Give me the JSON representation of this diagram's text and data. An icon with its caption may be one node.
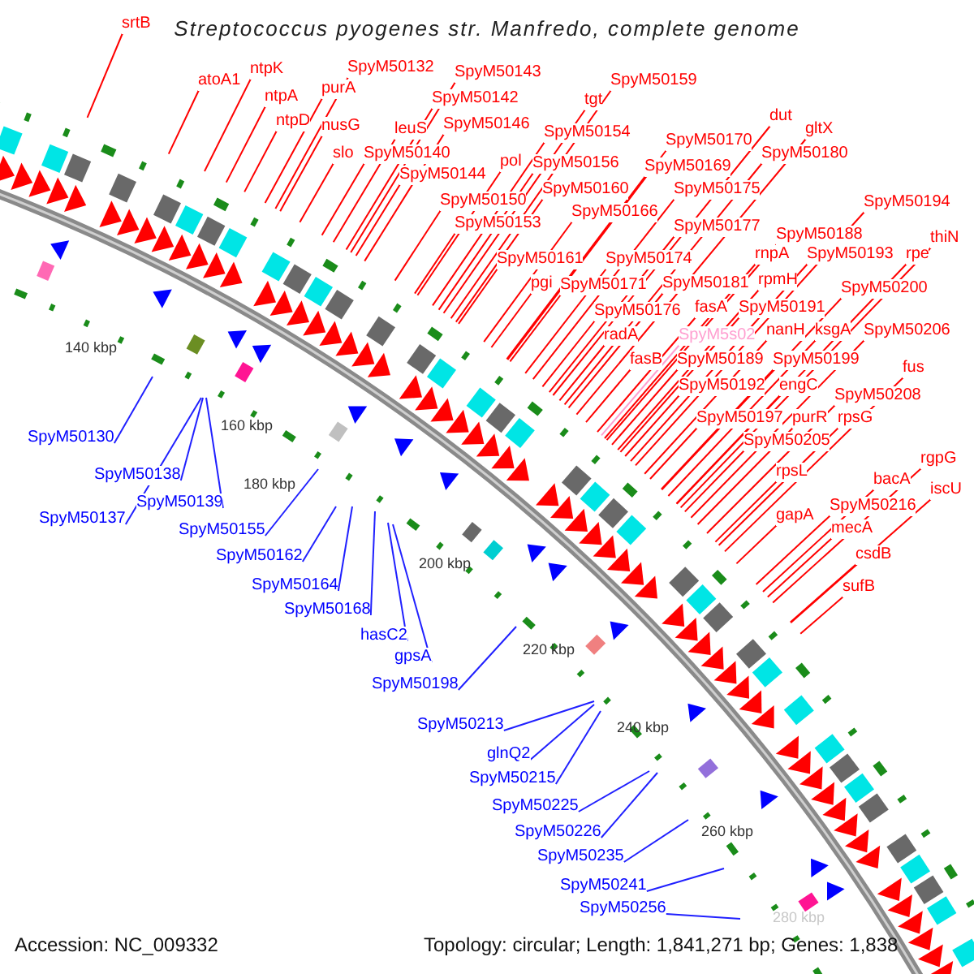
{
  "diagram": {
    "title": "Streptococcus pyogenes str. Manfredo, complete genome",
    "nodes": [
      {
        "text": [
          "srtB"
        ]
      },
      {
        "text": [
          "atoA1"
        ]
      },
      {
        "text": [
          "ntpK"
        ]
      },
      {
        "text": [
          "ntpA"
        ]
      },
      {
        "text": [
          "ntpD"
        ]
      },
      {
        "text": [
          "purA"
        ]
      },
      {
        "text": [
          "nusG"
        ]
      },
      {
        "text": [
          "SpyM50132"
        ]
      },
      {
        "text": [
          "slo"
        ]
      },
      {
        "text": [
          "SpyM50140"
        ]
      },
      {
        "text": [
          "leuS"
        ]
      },
      {
        "text": [
          "SpyM50143"
        ]
      },
      {
        "text": [
          "SpyM50142"
        ]
      },
      {
        "text": [
          "SpyM50146"
        ]
      },
      {
        "text": [
          "SpyM50144"
        ]
      },
      {
        "text": [
          "SpyM50150"
        ]
      },
      {
        "text": [
          "SpyM50153"
        ]
      },
      {
        "text": [
          "SpyM50159"
        ]
      },
      {
        "text": [
          "tgt"
        ]
      },
      {
        "text": [
          "SpyM50154"
        ]
      },
      {
        "text": [
          "pol"
        ]
      },
      {
        "text": [
          "SpyM50156"
        ]
      },
      {
        "text": [
          "SpyM50160"
        ]
      },
      {
        "text": [
          "SpyM50166"
        ]
      },
      {
        "text": [
          "SpyM50161"
        ]
      },
      {
        "text": [
          "pgi"
        ]
      },
      {
        "text": [
          "SpyM50171"
        ]
      },
      {
        "text": [
          "SpyM50174"
        ]
      },
      {
        "text": [
          "SpyM50176"
        ]
      },
      {
        "text": [
          "radA"
        ]
      },
      {
        "text": [
          "fasB"
        ]
      },
      {
        "text": [
          "SpyM50170"
        ]
      },
      {
        "text": [
          "SpyM50169"
        ]
      },
      {
        "text": [
          "SpyM50175"
        ]
      },
      {
        "text": [
          "SpyM50177"
        ]
      },
      {
        "text": [
          "SpyM50181"
        ]
      },
      {
        "text": [
          "dut"
        ]
      },
      {
        "text": [
          "gltX"
        ]
      },
      {
        "text": [
          "SpyM50180"
        ]
      },
      {
        "text": [
          "SpyM50188"
        ]
      },
      {
        "text": [
          "rnpA"
        ]
      },
      {
        "text": [
          "rpmH"
        ]
      },
      {
        "text": [
          "fasA"
        ]
      },
      {
        "text": [
          "SpyM50191"
        ]
      },
      {
        "text": [
          "SpyM5s02"
        ]
      },
      {
        "text": [
          "nanH"
        ]
      },
      {
        "text": [
          "ksgA"
        ]
      },
      {
        "text": [
          "SpyM50189"
        ]
      },
      {
        "text": [
          "SpyM50199"
        ]
      },
      {
        "text": [
          "SpyM50192"
        ]
      },
      {
        "text": [
          "engC"
        ]
      },
      {
        "text": [
          "SpyM50197"
        ]
      },
      {
        "text": [
          "purR"
        ]
      },
      {
        "text": [
          "rpsG"
        ]
      },
      {
        "text": [
          "SpyM50205"
        ]
      },
      {
        "text": [
          "SpyM50194"
        ]
      },
      {
        "text": [
          "thiN"
        ]
      },
      {
        "text": [
          "SpyM50193"
        ]
      },
      {
        "text": [
          "rpe"
        ]
      },
      {
        "text": [
          "SpyM50200"
        ]
      },
      {
        "text": [
          "SpyM50206"
        ]
      },
      {
        "text": [
          "fus"
        ]
      },
      {
        "text": [
          "SpyM50208"
        ]
      },
      {
        "text": [
          "rpsL"
        ]
      },
      {
        "text": [
          "rgpG"
        ]
      },
      {
        "text": [
          "bacA"
        ]
      },
      {
        "text": [
          "iscU"
        ]
      },
      {
        "text": [
          "gapA"
        ]
      },
      {
        "text": [
          "SpyM50216"
        ]
      },
      {
        "text": [
          "mecA"
        ]
      },
      {
        "text": [
          "csdB"
        ]
      },
      {
        "text": [
          "sufB"
        ]
      },
      {
        "text": [
          "SpyM50130"
        ]
      },
      {
        "text": [
          "SpyM50138"
        ]
      },
      {
        "text": [
          "SpyM50137"
        ]
      },
      {
        "text": [
          "SpyM50139"
        ]
      },
      {
        "text": [
          "SpyM50155"
        ]
      },
      {
        "text": [
          "SpyM50162"
        ]
      },
      {
        "text": [
          "SpyM50164"
        ]
      },
      {
        "text": [
          "SpyM50168"
        ]
      },
      {
        "text": [
          "hasC2"
        ]
      },
      {
        "text": [
          "gpsA"
        ]
      },
      {
        "text": [
          "SpyM50198"
        ]
      },
      {
        "text": [
          "SpyM50213"
        ]
      },
      {
        "text": [
          "glnQ2"
        ]
      },
      {
        "text": [
          "SpyM50215"
        ]
      },
      {
        "text": [
          "SpyM50225"
        ]
      },
      {
        "text": [
          "SpyM50226"
        ]
      },
      {
        "text": [
          "SpyM50235"
        ]
      },
      {
        "text": [
          "SpyM50241"
        ]
      },
      {
        "text": [
          "SpyM50256"
        ]
      }
    ],
    "edges": [
      {
        "from": 0,
        "to": null,
        "arrow": "none"
      },
      {
        "from": 1,
        "to": null,
        "arrow": "none"
      },
      {
        "from": 2,
        "to": null,
        "arrow": "none"
      },
      {
        "from": 3,
        "to": null,
        "arrow": "none"
      },
      {
        "from": 4,
        "to": null,
        "arrow": "none"
      },
      {
        "from": 5,
        "to": null,
        "arrow": "none"
      },
      {
        "from": 6,
        "to": null,
        "arrow": "none"
      },
      {
        "from": 7,
        "to": null,
        "arrow": "none"
      },
      {
        "from": 8,
        "to": null,
        "arrow": "none"
      },
      {
        "from": 9,
        "to": null,
        "arrow": "none"
      },
      {
        "from": 10,
        "to": null,
        "arrow": "none"
      },
      {
        "from": 11,
        "to": null,
        "arrow": "none"
      },
      {
        "from": 12,
        "to": null,
        "arrow": "none"
      },
      {
        "from": 13,
        "to": null,
        "arrow": "none"
      },
      {
        "from": 14,
        "to": null,
        "arrow": "none"
      },
      {
        "from": 15,
        "to": null,
        "arrow": "none"
      },
      {
        "from": 16,
        "to": null,
        "arrow": "none"
      },
      {
        "from": 17,
        "to": null,
        "arrow": "none"
      },
      {
        "from": 18,
        "to": null,
        "arrow": "none"
      },
      {
        "from": 19,
        "to": null,
        "arrow": "none"
      },
      {
        "from": 20,
        "to": null,
        "arrow": "none"
      },
      {
        "from": 21,
        "to": null,
        "arrow": "none"
      },
      {
        "from": 22,
        "to": null,
        "arrow": "none"
      },
      {
        "from": 23,
        "to": null,
        "arrow": "none"
      },
      {
        "from": 24,
        "to": null,
        "arrow": "none"
      },
      {
        "from": 25,
        "to": null,
        "arrow": "none"
      },
      {
        "from": 26,
        "to": null,
        "arrow": "none"
      },
      {
        "from": 27,
        "to": null,
        "arrow": "none"
      },
      {
        "from": 28,
        "to": null,
        "arrow": "none"
      },
      {
        "from": 29,
        "to": null,
        "arrow": "none"
      },
      {
        "from": 30,
        "to": null,
        "arrow": "none"
      },
      {
        "from": 31,
        "to": null,
        "arrow": "none"
      },
      {
        "from": 32,
        "to": null,
        "arrow": "none"
      },
      {
        "from": 33,
        "to": null,
        "arrow": "none"
      },
      {
        "from": 34,
        "to": null,
        "arrow": "none"
      },
      {
        "from": 35,
        "to": null,
        "arrow": "none"
      },
      {
        "from": 36,
        "to": null,
        "arrow": "none"
      },
      {
        "from": 37,
        "to": null,
        "arrow": "none"
      },
      {
        "from": 38,
        "to": null,
        "arrow": "none"
      },
      {
        "from": 39,
        "to": null,
        "arrow": "none"
      },
      {
        "from": 40,
        "to": null,
        "arrow": "none"
      },
      {
        "from": 41,
        "to": null,
        "arrow": "none"
      },
      {
        "from": 42,
        "to": null,
        "arrow": "none"
      },
      {
        "from": 43,
        "to": null,
        "arrow": "none"
      },
      {
        "from": 44,
        "to": null,
        "arrow": "none",
        "color": "#ff9fd0"
      },
      {
        "from": 45,
        "to": null,
        "arrow": "none"
      },
      {
        "from": 46,
        "to": null,
        "arrow": "none"
      },
      {
        "from": 47,
        "to": null,
        "arrow": "none"
      },
      {
        "from": 48,
        "to": null,
        "arrow": "none"
      },
      {
        "from": 49,
        "to": null,
        "arrow": "none"
      },
      {
        "from": 50,
        "to": null,
        "arrow": "none"
      },
      {
        "from": 51,
        "to": null,
        "arrow": "none"
      },
      {
        "from": 52,
        "to": null,
        "arrow": "none"
      },
      {
        "from": 53,
        "to": null,
        "arrow": "none"
      },
      {
        "from": 54,
        "to": null,
        "arrow": "none"
      },
      {
        "from": 55,
        "to": null,
        "arrow": "none"
      },
      {
        "from": 56,
        "to": null,
        "arrow": "none"
      },
      {
        "from": 57,
        "to": null,
        "arrow": "none"
      },
      {
        "from": 58,
        "to": null,
        "arrow": "none"
      },
      {
        "from": 59,
        "to": null,
        "arrow": "none"
      },
      {
        "from": 60,
        "to": null,
        "arrow": "none"
      },
      {
        "from": 61,
        "to": null,
        "arrow": "none"
      },
      {
        "from": 62,
        "to": null,
        "arrow": "none"
      },
      {
        "from": 63,
        "to": null,
        "arrow": "none"
      },
      {
        "from": 64,
        "to": null,
        "arrow": "none"
      },
      {
        "from": 65,
        "to": null,
        "arrow": "none"
      },
      {
        "from": 66,
        "to": null,
        "arrow": "none"
      },
      {
        "from": 67,
        "to": null,
        "arrow": "none"
      },
      {
        "from": 68,
        "to": null,
        "arrow": "none"
      },
      {
        "from": 69,
        "to": null,
        "arrow": "none"
      },
      {
        "from": 70,
        "to": null,
        "arrow": "none"
      },
      {
        "from": 71,
        "to": null,
        "arrow": "none"
      },
      {
        "from": 72,
        "to": null,
        "arrow": "none",
        "color": "#2020ff"
      },
      {
        "from": 73,
        "to": null,
        "arrow": "none",
        "color": "#2020ff"
      },
      {
        "from": 74,
        "to": null,
        "arrow": "none",
        "color": "#2020ff"
      },
      {
        "from": 75,
        "to": null,
        "arrow": "none",
        "color": "#2020ff"
      },
      {
        "from": 76,
        "to": null,
        "arrow": "none",
        "color": "#2020ff"
      },
      {
        "from": 77,
        "to": null,
        "arrow": "none",
        "color": "#2020ff"
      },
      {
        "from": 78,
        "to": null,
        "arrow": "none",
        "color": "#2020ff"
      },
      {
        "from": 79,
        "to": null,
        "arrow": "none",
        "color": "#2020ff"
      },
      {
        "from": 80,
        "to": null,
        "arrow": "none",
        "color": "#2020ff"
      },
      {
        "from": 81,
        "to": null,
        "arrow": "none",
        "color": "#2020ff"
      },
      {
        "from": 82,
        "to": null,
        "arrow": "none",
        "color": "#2020ff"
      },
      {
        "from": 83,
        "to": null,
        "arrow": "none",
        "color": "#2020ff"
      },
      {
        "from": 84,
        "to": null,
        "arrow": "none",
        "color": "#2020ff"
      },
      {
        "from": 85,
        "to": null,
        "arrow": "none",
        "color": "#2020ff"
      },
      {
        "from": 86,
        "to": null,
        "arrow": "none",
        "color": "#2020ff"
      },
      {
        "from": 87,
        "to": null,
        "arrow": "none",
        "color": "#2020ff"
      },
      {
        "from": 88,
        "to": null,
        "arrow": "none",
        "color": "#2020ff"
      },
      {
        "from": 89,
        "to": null,
        "arrow": "none",
        "color": "#2020ff"
      },
      {
        "from": 90,
        "to": null,
        "arrow": "none",
        "color": "#2020ff"
      }
    ],
    "labels": [
      "140 kbp",
      "160 kbp",
      "180 kbp",
      "200 kbp",
      "220 kbp",
      "240 kbp",
      "260 kbp",
      "280 kbp",
      "Accession: NC_009332",
      "Topology: circular; Length: 1,841,271 bp; Genes: 1,838"
    ]
  }
}
